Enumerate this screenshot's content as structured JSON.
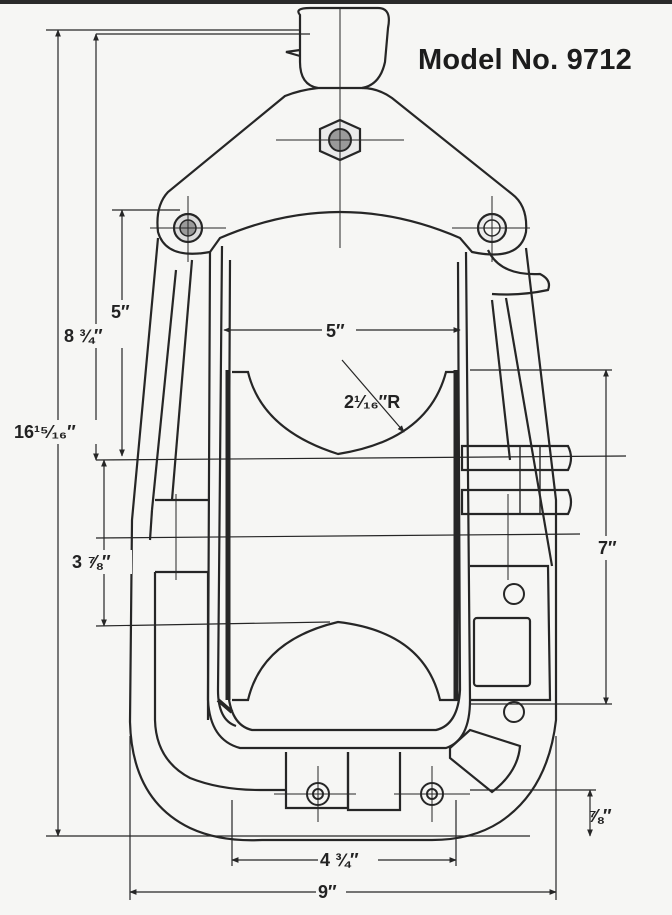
{
  "title": "Model No. 9712",
  "dimensions": {
    "overall_height": "16¹⁵⁄₁₆″",
    "upper_height": "8 ¾″",
    "pin_span": "5″",
    "inner_width": "5″",
    "radius": "2¹⁄₁₆″R",
    "lower_height": "3 ⅞″",
    "side_height": "7″",
    "bottom_offset": "⅞″",
    "base_width": "4 ¾″",
    "overall_width": "9″"
  },
  "colors": {
    "line": "#262626",
    "background": "#f6f6f4",
    "pin": "#9a9a9a"
  }
}
